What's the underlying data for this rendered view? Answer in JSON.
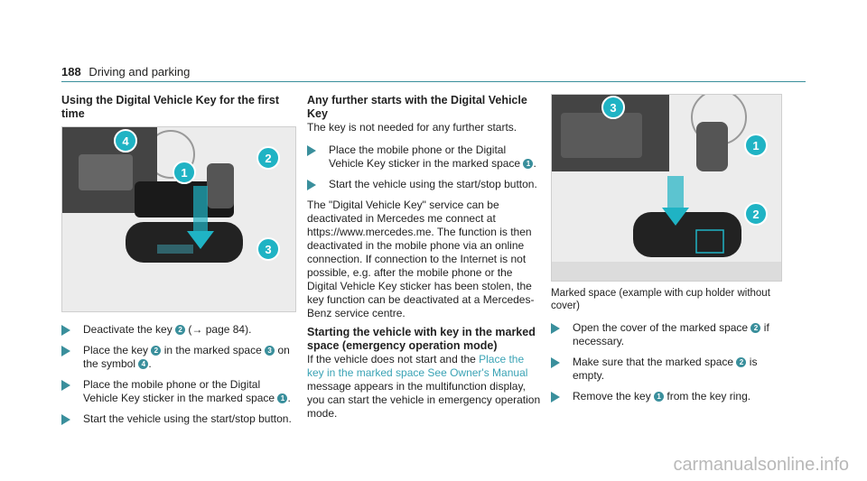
{
  "header": {
    "page_number": "188",
    "section": "Driving and parking"
  },
  "col1": {
    "heading": "Using the Digital Vehicle Key for the first time",
    "step1": {
      "a": "Deactivate the key ",
      "n1": "2",
      "b": " (→ page 84)."
    },
    "step2": {
      "a": "Place the key ",
      "n1": "2",
      "b": " in the marked space ",
      "n2": "3",
      "c": " on the symbol ",
      "n3": "4",
      "d": "."
    },
    "step3": {
      "a": "Place the mobile phone or the Digital Vehicle Key sticker in the marked space ",
      "n1": "1",
      "b": "."
    },
    "step4": {
      "a": "Start the vehicle using the start/stop button."
    }
  },
  "col2": {
    "heading": "Any further starts with the Digital Vehicle Key",
    "intro": "The key is not needed for any further starts.",
    "step1": {
      "a": "Place the mobile phone or the Digital Vehicle Key sticker in the marked space ",
      "n1": "1",
      "b": "."
    },
    "step2": {
      "a": "Start the vehicle using the start/stop button."
    },
    "para": "The \"Digital Vehicle Key\" service can be deactivated in Mercedes me connect at https://www.mercedes.me. The function is then deactivated in the mobile phone via an online connection. If connection to the Internet is not possible, e.g. after the mobile phone or the Digital Vehicle Key sticker has been stolen, the key function can be deactivated at a Mercedes-Benz service centre.",
    "heading2": "Starting the vehicle with key in the marked space (emergency operation mode)",
    "emergency": {
      "a": "If the vehicle does not start and the ",
      "link": "Place the key in the marked space See Owner's Manual",
      "b": " message appears in the multifunction display, you can start the vehicle in emergency operation mode."
    }
  },
  "col3": {
    "caption": "Marked space (example with cup holder without cover)",
    "step1": {
      "a": "Open the cover of the marked space ",
      "n1": "2",
      "b": " if necessary."
    },
    "step2": {
      "a": "Make sure that the marked space ",
      "n1": "2",
      "b": " is empty."
    },
    "step3": {
      "a": "Remove the key ",
      "n1": "1",
      "b": " from the key ring."
    }
  },
  "footer": {
    "watermark": "carmanualsonline.info"
  },
  "colors": {
    "accent": "#3a8f9c",
    "callout": "#1fb3c4"
  }
}
